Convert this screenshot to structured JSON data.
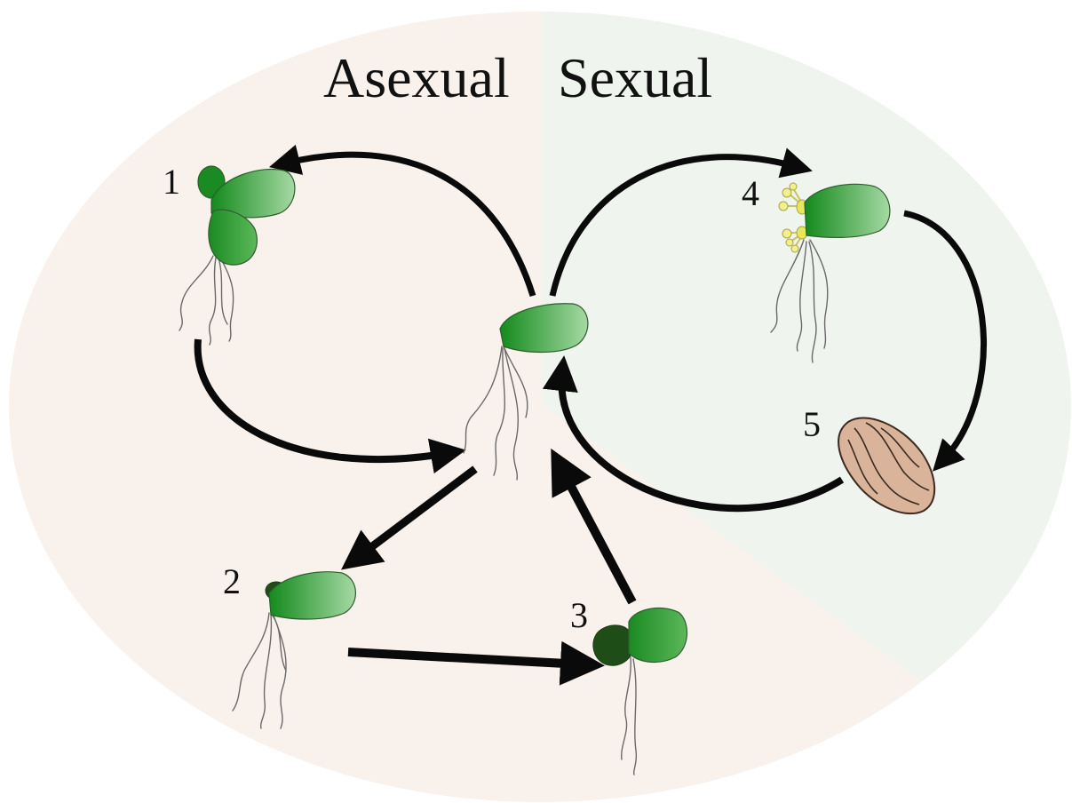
{
  "headings": {
    "asexual": "Asexual",
    "sexual": "Sexual"
  },
  "stages": {
    "s1": "1",
    "s2": "2",
    "s3": "3",
    "s4": "4",
    "s5": "5"
  },
  "colors": {
    "asexual_bg": "#f9f1ec",
    "sexual_bg": "#eff4ee",
    "frond_dark": "#138a1c",
    "frond_light": "#9fd79f",
    "bud_dark": "#1f4d17",
    "flower": "#f2f08a",
    "seed": "#d9b39a",
    "arrow": "#0a0a0a"
  },
  "icons": [
    "duckweed-frond",
    "duckweed-bud",
    "duckweed-flower",
    "seed"
  ]
}
